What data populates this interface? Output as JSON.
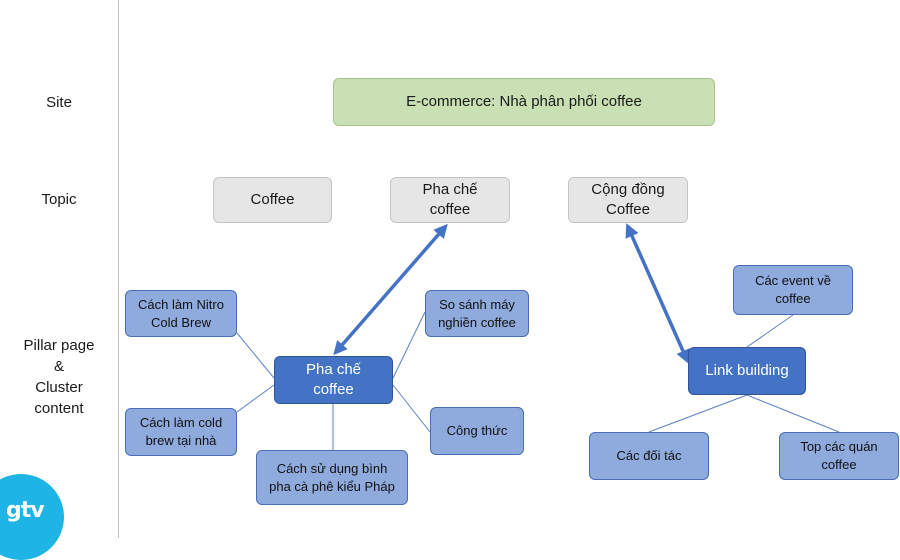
{
  "row_labels": {
    "site": "Site",
    "topic": "Topic",
    "pillar": "Pillar page\n&\nCluster\ncontent"
  },
  "site_box": "E-commerce: Nhà phân phối coffee",
  "topics": {
    "coffee": "Coffee",
    "pha_che": "Pha chế\ncoffee",
    "cong_dong": "Cộng đồng\nCoffee"
  },
  "pillars": {
    "pha_che": "Pha chế\ncoffee",
    "link_building": "Link building"
  },
  "clusters": {
    "nitro": "Cách làm Nitro\nCold Brew",
    "cold_brew": "Cách làm cold\nbrew tại nhà",
    "binh_phap": "Cách sử dụng bình\npha cà phê kiểu Pháp",
    "so_sanh": "So sánh máy\nnghiền coffee",
    "cong_thuc": "Công thức",
    "event": "Các event về\ncoffee",
    "doi_tac": "Các đối tác",
    "top_quan": "Top các quán\ncoffee"
  },
  "logo_text": "gtv",
  "colors": {
    "site_fill": "#c9e0b4",
    "topic_fill": "#e6e6e6",
    "pillar_fill": "#4472c4",
    "cluster_fill": "#8faadc",
    "connector": "#4472c4",
    "logo": "#1fb4e6"
  }
}
